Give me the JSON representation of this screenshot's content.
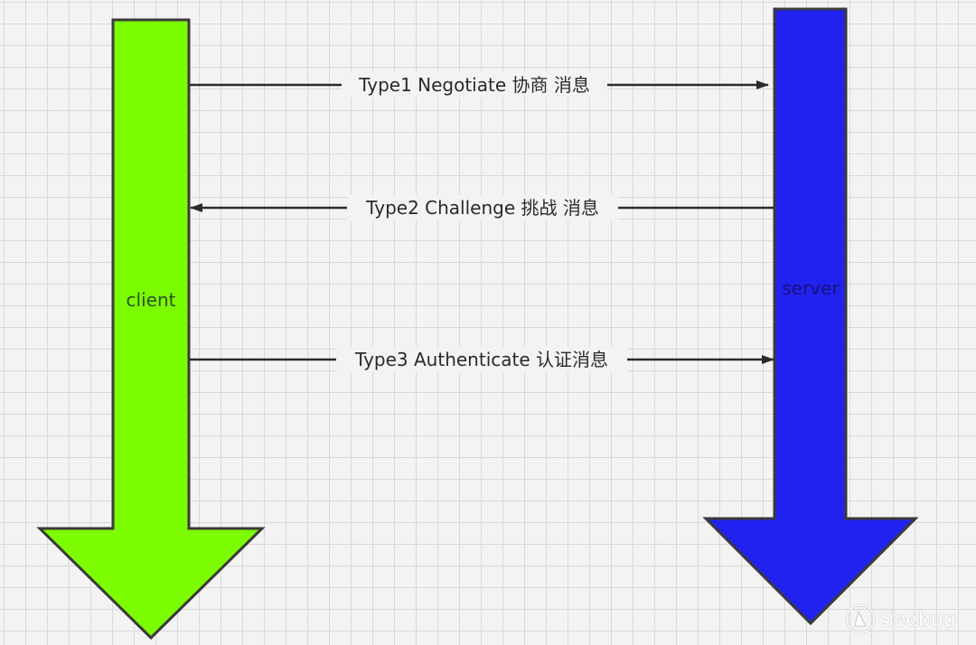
{
  "lanes": {
    "client": {
      "label": "client",
      "color": "#7cfc00"
    },
    "server": {
      "label": "server",
      "color": "#2222f0"
    }
  },
  "messages": [
    {
      "label": "Type1 Negotiate 协商 消息",
      "direction": "client-to-server"
    },
    {
      "label": "Type2 Challenge 挑战 消息",
      "direction": "server-to-client"
    },
    {
      "label": "Type3 Authenticate 认证消息",
      "direction": "client-to-server"
    }
  ],
  "watermark": {
    "text": "Seebug"
  }
}
